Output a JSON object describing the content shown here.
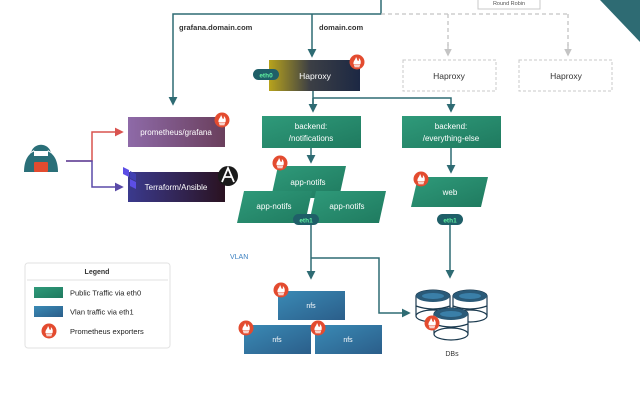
{
  "top": {
    "round_robin": "Round Robin",
    "grafana_domain": "grafana.domain.com",
    "main_domain": "domain.com"
  },
  "lb": {
    "active": "Haproxy",
    "active_iface": "eth0",
    "standby": [
      "Haproxy",
      "Haproxy"
    ]
  },
  "monitoring": {
    "prometheus": "prometheus/grafana",
    "provisioning": "Terraform/Ansible"
  },
  "backends": {
    "notifications": [
      "backend:",
      "/notifications"
    ],
    "else": [
      "backend:",
      "/everything-else"
    ]
  },
  "apps": {
    "notifs": [
      "app-notifs",
      "app-notifs",
      "app-notifs"
    ],
    "notifs_iface": "eth1",
    "web": "web",
    "web_iface": "eth1"
  },
  "network": {
    "vlan": "VLAN"
  },
  "storage": {
    "nfs": [
      "nfs",
      "nfs",
      "nfs"
    ],
    "dbs": "DBs"
  },
  "legend": {
    "title": "Legend",
    "items": [
      "Public Traffic via eth0",
      "Vlan traffic via eth1",
      "Prometheus exporters"
    ]
  },
  "colors": {
    "teal": "#2a8c6e",
    "blue": "#2e6f9e",
    "line": "#2e6b73",
    "accent": "#e34b2f"
  }
}
